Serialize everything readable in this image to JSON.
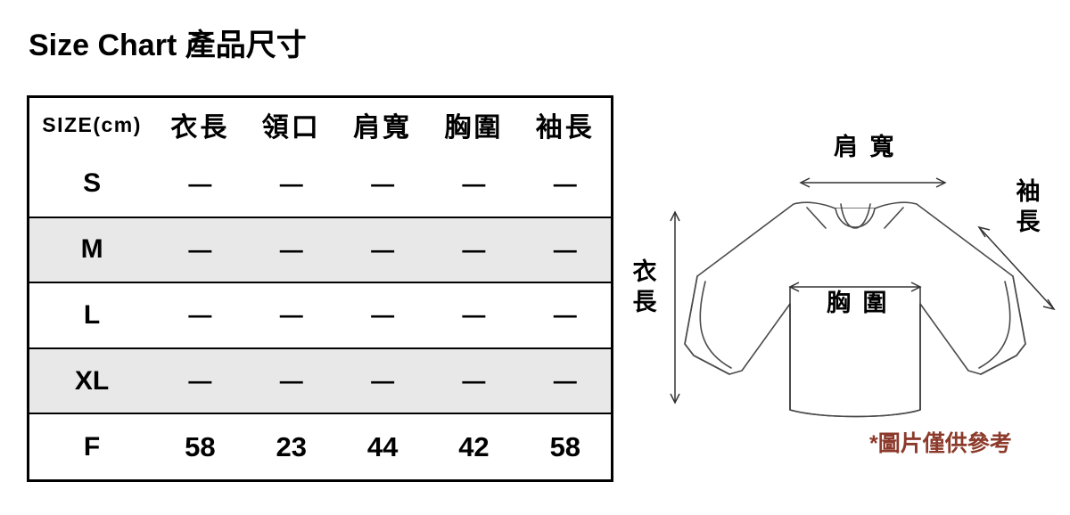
{
  "page": {
    "title": "Size Chart 產品尺寸",
    "background_color": "#ffffff",
    "footnote": "*圖片僅供參考",
    "footnote_color": "#8c3a2b"
  },
  "table": {
    "headers": [
      "SIZE(cm)",
      "衣長",
      "領口",
      "肩寬",
      "胸圍",
      "袖長"
    ],
    "shaded_row_color": "#e8e8e8",
    "border_color": "#000000",
    "rows": [
      {
        "size": "S",
        "shaded": false,
        "values": [
          "—",
          "—",
          "—",
          "—",
          "—"
        ]
      },
      {
        "size": "M",
        "shaded": true,
        "values": [
          "—",
          "—",
          "—",
          "—",
          "—"
        ]
      },
      {
        "size": "L",
        "shaded": false,
        "values": [
          "—",
          "—",
          "—",
          "—",
          "—"
        ]
      },
      {
        "size": "XL",
        "shaded": true,
        "values": [
          "—",
          "—",
          "—",
          "—",
          "—"
        ]
      },
      {
        "size": "F",
        "shaded": false,
        "values": [
          "58",
          "23",
          "44",
          "42",
          "58"
        ]
      }
    ]
  },
  "diagram": {
    "alt": "long-sleeve-sweatshirt-measurement-diagram",
    "labels": {
      "shoulder": "肩 寬",
      "sleeve_line1": "袖",
      "sleeve_line2": "長",
      "length_line1": "衣",
      "length_line2": "長",
      "chest": "胸 圍"
    },
    "line_color": "#4a4a4a",
    "arrow_color": "#333333"
  }
}
